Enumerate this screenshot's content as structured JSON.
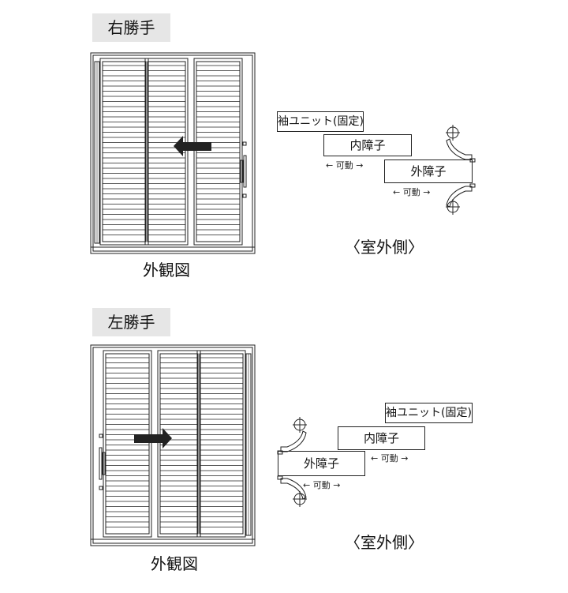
{
  "sections": [
    {
      "tag": "右勝手",
      "caption_exterior": "外観図",
      "side_label": "〈室外側〉",
      "unit_fixed": "袖ユニット(固定)",
      "inner": "内障子",
      "outer": "外障子",
      "movable": "← 可動 →"
    },
    {
      "tag": "左勝手",
      "caption_exterior": "外観図",
      "side_label": "〈室外側〉",
      "unit_fixed": "袖ユニット(固定)",
      "inner": "内障子",
      "outer": "外障子",
      "movable": "← 可動 →"
    }
  ],
  "colors": {
    "line": "#222222",
    "arrow": "#222222",
    "tag_bg": "#e6e6e6"
  }
}
